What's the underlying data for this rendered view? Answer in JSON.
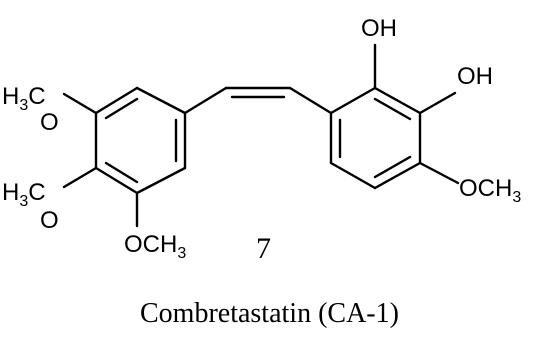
{
  "molecule": {
    "compound_number": "7",
    "caption": "Combretastatin (CA-1)",
    "labels": {
      "left_top": {
        "main": "H",
        "sub": "3",
        "tail": "C"
      },
      "left_top_o": "O",
      "left_mid": {
        "main": "H",
        "sub": "3",
        "tail": "C"
      },
      "left_mid_o": "O",
      "bottom_ome": {
        "main": "OCH",
        "sub": "3"
      },
      "right_ome": {
        "main": "OCH",
        "sub": "3"
      },
      "oh_top": "OH",
      "oh_right": "OH"
    }
  }
}
